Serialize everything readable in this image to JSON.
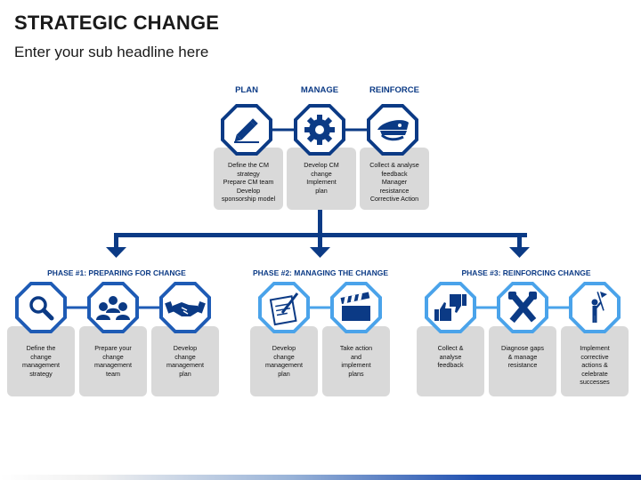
{
  "title": "STRATEGIC CHANGE",
  "subtitle": "Enter your sub headline here",
  "colors": {
    "dark_blue": "#0b3a85",
    "mid_blue": "#1e5bb5",
    "light_blue": "#4aa3ea",
    "card_gray": "#d9d9d9"
  },
  "top": {
    "stages": [
      {
        "label": "PLAN",
        "icon": "pencil-icon",
        "text": "Define the CM\nstrategy\nPrepare CM team\nDevelop\nsponsorship model"
      },
      {
        "label": "MANAGE",
        "icon": "gear-icon",
        "text": "Develop CM\nchange\nImplement\nplan"
      },
      {
        "label": "REINFORCE",
        "icon": "police-cap-icon",
        "text": "Collect & analyse\nfeedback\nManager\nresistance\nCorrective Action"
      }
    ]
  },
  "phases": [
    {
      "label": "PHASE #1: PREPARING FOR CHANGE",
      "items": [
        {
          "icon": "magnifier-icon",
          "text": "Define the\nchange\nmanagement\nstrategy"
        },
        {
          "icon": "team-icon",
          "text": "Prepare your\nchange\nmanagement\nteam"
        },
        {
          "icon": "handshake-icon",
          "text": "Develop\nchange\nmanagement\nplan"
        }
      ]
    },
    {
      "label": "PHASE #2: MANAGING THE CHANGE",
      "items": [
        {
          "icon": "document-pen-icon",
          "text": "Develop\nchange\nmanagement\nplan"
        },
        {
          "icon": "clapperboard-icon",
          "text": "Take action\nand\nimplement\nplans"
        }
      ]
    },
    {
      "label": "PHASE #3: REINFORCING CHANGE",
      "items": [
        {
          "icon": "thumbs-up-down-icon",
          "text": "Collect &\nanalyse\nfeedback"
        },
        {
          "icon": "crossed-arms-icon",
          "text": "Diagnose gaps\n& manage\nresistance"
        },
        {
          "icon": "flag-person-icon",
          "text": "Implement\ncorrective\nactions &\ncelebrate\nsuccesses"
        }
      ]
    }
  ]
}
